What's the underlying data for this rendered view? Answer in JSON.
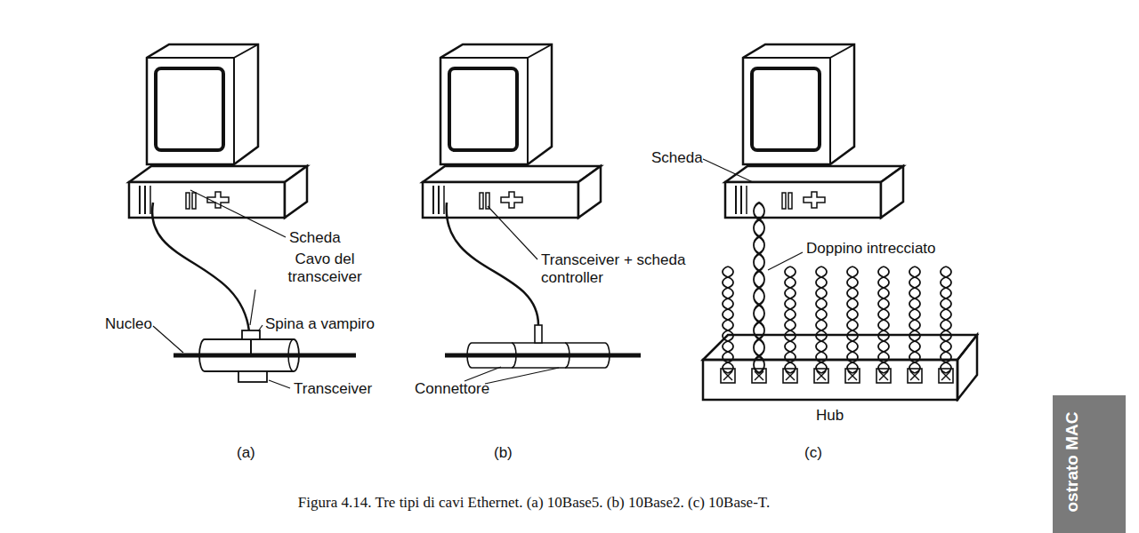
{
  "diagram": {
    "caption": "Figura 4.14. Tre tipi di cavi Ethernet. (a) 10Base5. (b) 10Base2. (c) 10Base-T.",
    "nodes": [
      {
        "text": [
          "Hub"
        ]
      }
    ],
    "labels": [
      "Scheda",
      "Cavo del transceiver",
      "Spina a vampiro",
      "Nucleo",
      "Transceiver",
      "(a)",
      "Transceiver + scheda controller",
      "Connettore",
      "(b)",
      "Scheda",
      "Doppino intrecciato",
      "(c)",
      "ostrato MAC"
    ]
  }
}
